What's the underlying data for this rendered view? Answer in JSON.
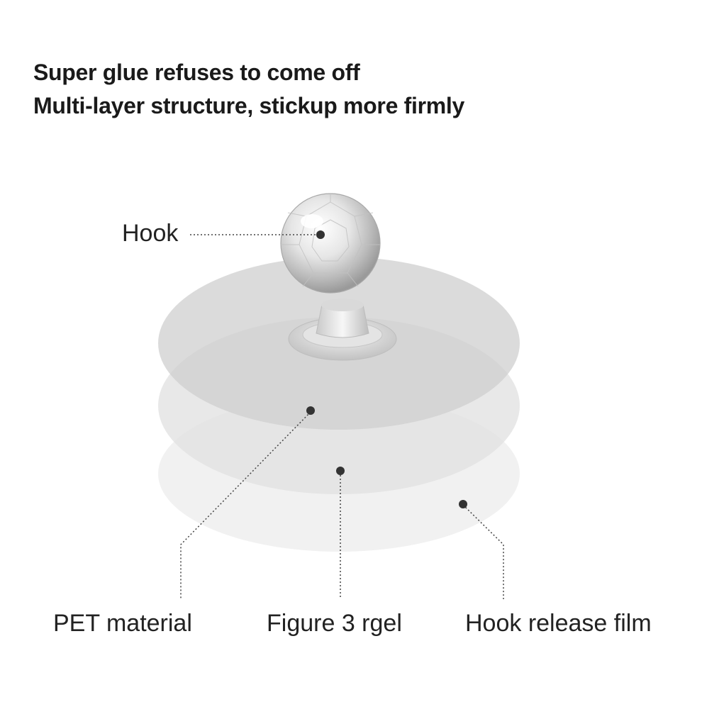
{
  "heading": {
    "line1": "Super glue refuses to come off",
    "line2": "Multi-layer structure, stickup more firmly"
  },
  "labels": {
    "hook": "Hook",
    "pet_material": "PET material",
    "gel": "Figure 3 rgel",
    "release_film": "Hook release film"
  },
  "colors": {
    "top_layer": "#d6d6d6",
    "middle_layer": "#e2e2e2",
    "bottom_layer": "#eeeeee",
    "dot": "#333333",
    "leader_line": "#444444"
  }
}
